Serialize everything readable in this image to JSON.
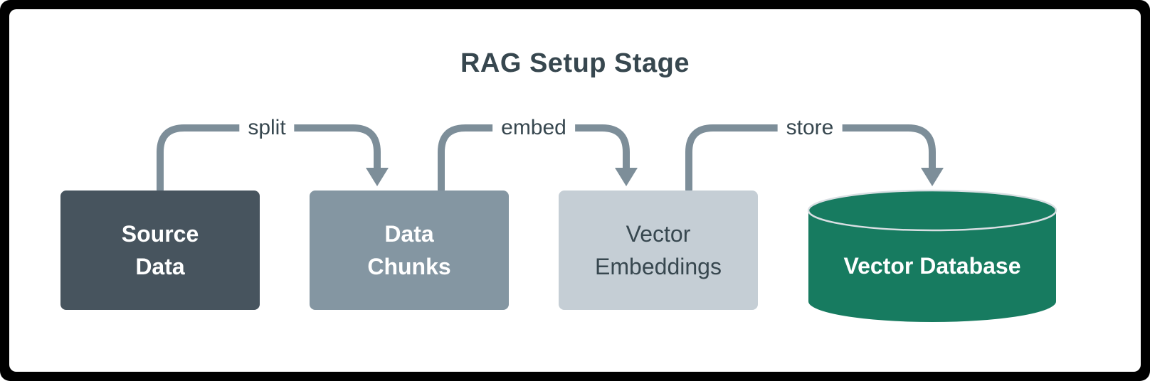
{
  "title": "RAG Setup Stage",
  "colors": {
    "frame": "#000000",
    "panel": "#ffffff",
    "title_text": "#37474f",
    "arrow": "#7d8e99",
    "edge_label_text": "#37474f"
  },
  "nodes": {
    "source_data": {
      "line1": "Source",
      "line2": "Data",
      "bg": "#47545e",
      "text": "#ffffff"
    },
    "data_chunks": {
      "line1": "Data",
      "line2": "Chunks",
      "bg": "#8496a2",
      "text": "#ffffff"
    },
    "vector_embeddings": {
      "line1": "Vector",
      "line2": "Embeddings",
      "bg": "#c5ced5",
      "text": "#37474f"
    },
    "vector_database": {
      "label": "Vector Database",
      "bg": "#177b60",
      "rim": "#d9dfe3",
      "text": "#ffffff"
    }
  },
  "edges": {
    "split": {
      "label": "split"
    },
    "embed": {
      "label": "embed"
    },
    "store": {
      "label": "store"
    }
  }
}
